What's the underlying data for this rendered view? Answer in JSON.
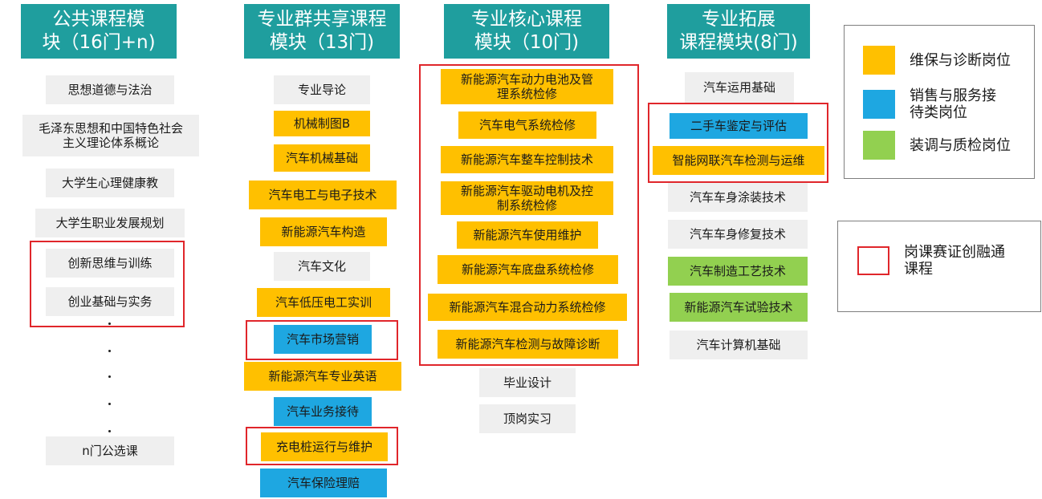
{
  "columns": [
    {
      "title": "公共课程模\n块（16门+n)",
      "courses": [
        "思想道德与法治",
        "毛泽东思想和中国特色社会\n主义理论体系概论",
        "大学生心理健康教",
        "大学生职业发展规划",
        "创新思维与训练",
        "创业基础与实务",
        "n门公选课"
      ],
      "ellipsis": [
        ".",
        ".",
        ".",
        ".",
        "."
      ]
    },
    {
      "title": "专业群共享课程\n模块（13门)",
      "courses": [
        "专业导论",
        "机械制图B",
        "汽车机械基础",
        "汽车电工与电子技术",
        "新能源汽车构造",
        "汽车文化",
        "汽车低压电工实训",
        "汽车市场营销",
        "新能源汽车专业英语",
        "汽车业务接待",
        "充电桩运行与维护",
        "汽车保险理赔"
      ]
    },
    {
      "title": "专业核心课程\n模块（10门)",
      "courses": [
        "新能源汽车动力电池及管\n理系统检修",
        "汽车电气系统检修",
        "新能源汽车整车控制技术",
        "新能源汽车驱动电机及控\n制系统检修",
        "新能源汽车使用维护",
        "新能源汽车底盘系统检修",
        "新能源汽车混合动力系统检修",
        "新能源汽车检测与故障诊断",
        "毕业设计",
        "顶岗实习"
      ]
    },
    {
      "title": "专业拓展\n课程模块(8门)",
      "courses": [
        "汽车运用基础",
        "二手车鉴定与评估",
        "智能网联汽车检测与运维",
        "汽车车身涂装技术",
        "汽车车身修复技术",
        "汽车制造工艺技术",
        "新能源汽车试验技术",
        "汽车计算机基础"
      ]
    }
  ],
  "legend": {
    "items": [
      {
        "label": "维保与诊断岗位",
        "color": "#ffc000"
      },
      {
        "label": "销售与服务接\n待类岗位",
        "color": "#1ea7e1"
      },
      {
        "label": "装调与质检岗位",
        "color": "#92d050"
      }
    ],
    "marker_label": "岗课赛证创融通\n课程",
    "marker_color": "#e0262b"
  },
  "colors": {
    "header": "#1f9e9e",
    "gray": "#efefef"
  }
}
